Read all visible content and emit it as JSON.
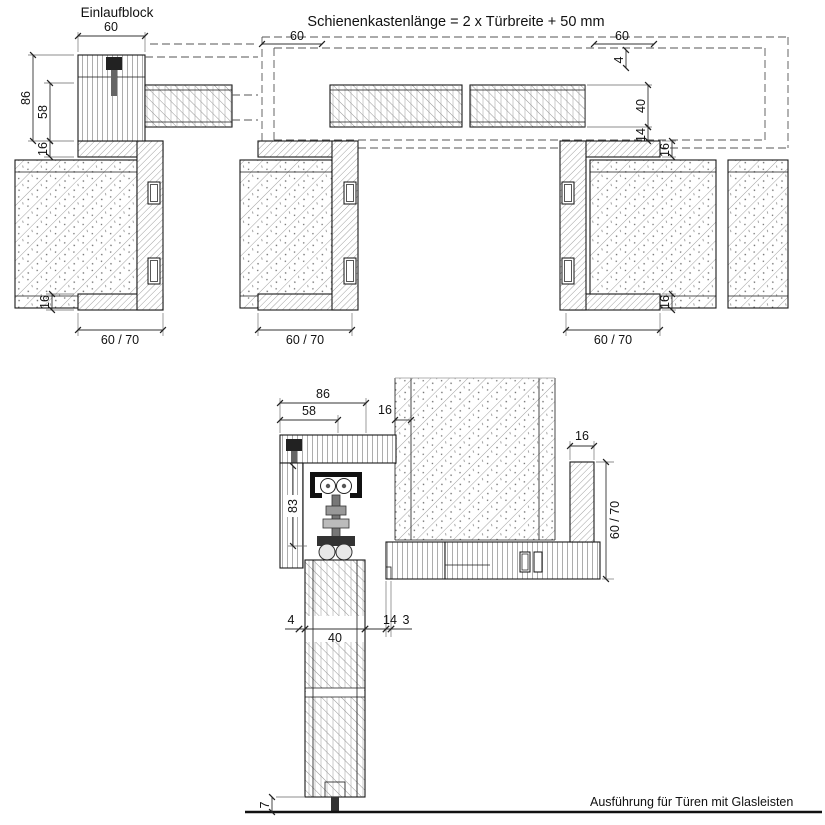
{
  "drawing": {
    "labels": {
      "einlaufblock": "Einlaufblock",
      "schienenkasten_formula": "Schienenkastenlänge = 2 x Türbreite + 50 mm",
      "caption": "Ausführung für Türen mit Glasleisten"
    },
    "dims": {
      "d3": "3",
      "d4": "4",
      "d7": "7",
      "d14": "14",
      "d16": "16",
      "d40": "40",
      "d58": "58",
      "d60": "60",
      "d83": "83",
      "d86": "86",
      "d60_70": "60 / 70"
    },
    "colors": {
      "line": "#1a1a1a",
      "hatch": "#777777",
      "dim": "#333333"
    }
  }
}
